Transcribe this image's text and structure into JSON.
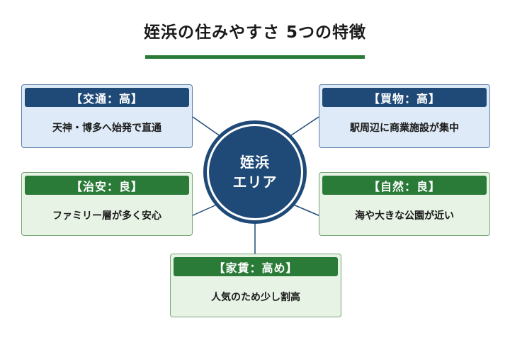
{
  "title": "姪浜の住みやすさ 5つの特徴",
  "hub": {
    "line1": "姪浜",
    "line2": "エリア"
  },
  "cards": {
    "transport": {
      "head": "【交通：高】",
      "body": "天神・博多へ始発で直通"
    },
    "shopping": {
      "head": "【買物：高】",
      "body": "駅周辺に商業施設が集中"
    },
    "safety": {
      "head": "【治安：良】",
      "body": "ファミリー層が多く安心"
    },
    "nature": {
      "head": "【自然：良】",
      "body": "海や大きな公園が近い"
    },
    "rent": {
      "head": "【家賃：高め】",
      "body": "人気のため少し割高"
    }
  },
  "colors": {
    "navy": "#1f4a78",
    "green": "#2a7a38",
    "light_blue": "#deeaf7",
    "light_green": "#e7f3e5"
  }
}
